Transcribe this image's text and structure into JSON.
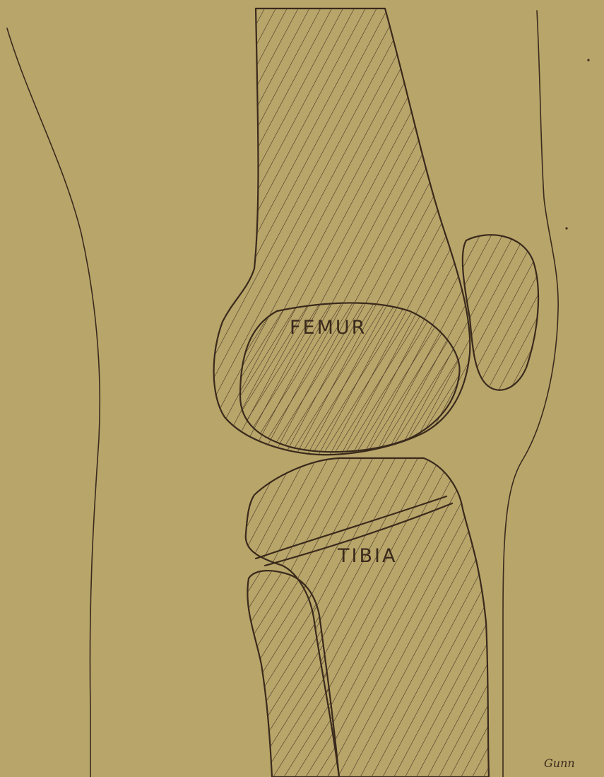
{
  "labels": {
    "femur": "FEMUR",
    "tibia": "TIBIA",
    "signature": "Gunn"
  },
  "colors": {
    "paper": "#b8a56a",
    "ink": "#3a2a1c"
  }
}
